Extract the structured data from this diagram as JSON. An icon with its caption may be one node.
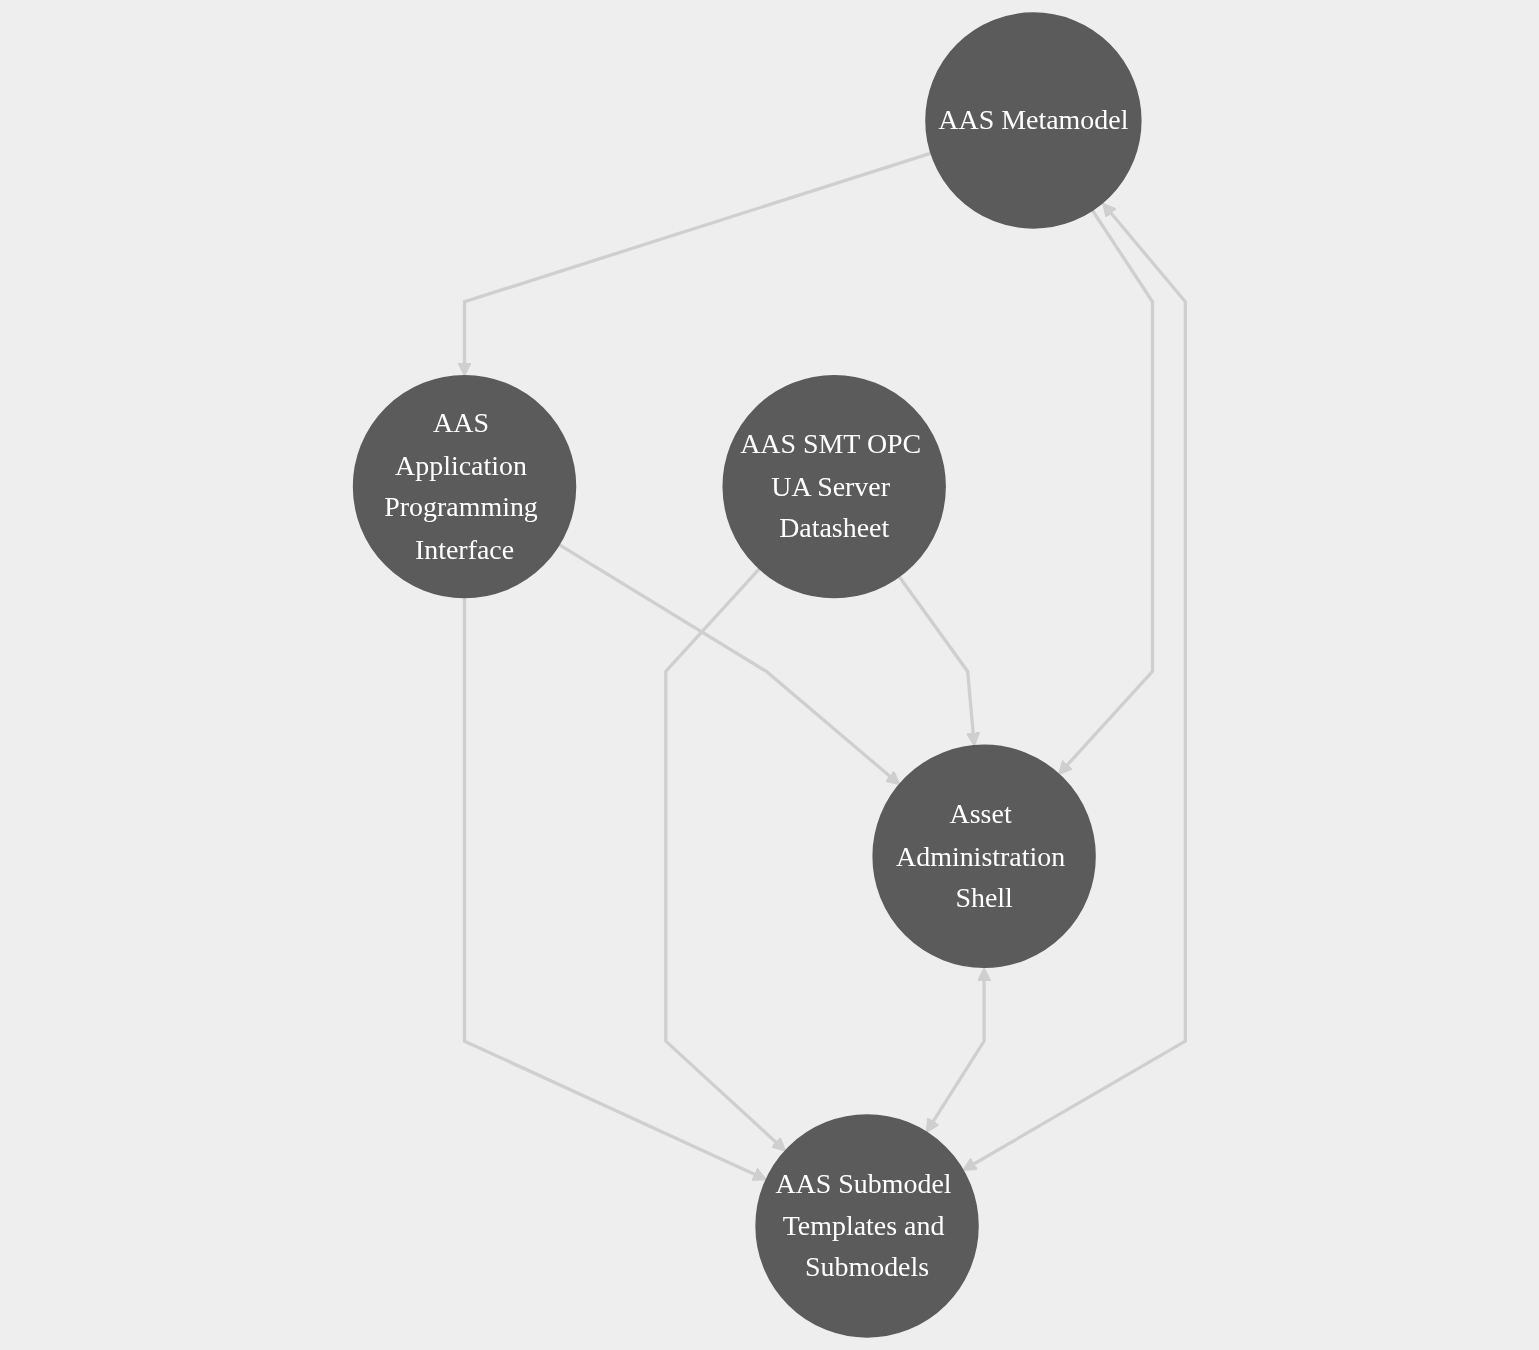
{
  "diagram": {
    "nodes": [
      {
        "text": [
          "AAS Application Programming Interface"
        ]
      },
      {
        "text": [
          "AAS SMT OPC UA Server Datasheet"
        ]
      },
      {
        "text": [
          "Asset Administration Shell"
        ]
      },
      {
        "text": [
          "AAS Metamodel"
        ]
      },
      {
        "text": [
          "AAS Submodel Templates and Submodels"
        ]
      }
    ],
    "edges": [
      {
        "from": 3,
        "to": 0,
        "arrow": "to"
      },
      {
        "from": 0,
        "to": 2,
        "arrow": "to"
      },
      {
        "from": 0,
        "to": 4,
        "arrow": "to"
      },
      {
        "from": 1,
        "to": 2,
        "arrow": "to"
      },
      {
        "from": 1,
        "to": 4,
        "arrow": "to"
      },
      {
        "from": 3,
        "to": 2,
        "arrow": "to"
      },
      {
        "from": 2,
        "to": 4,
        "arrow": "both"
      },
      {
        "from": 3,
        "to": 4,
        "arrow": "both"
      }
    ]
  }
}
